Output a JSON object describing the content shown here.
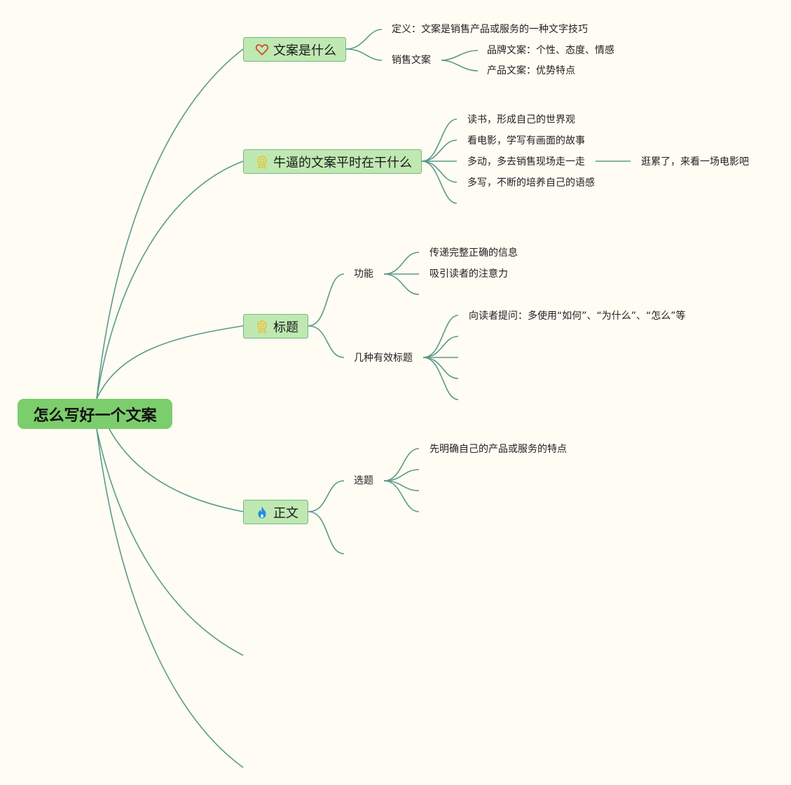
{
  "root": {
    "label": "怎么写好一个文案"
  },
  "topics": [
    {
      "label": "文案是什么",
      "icon": "heart-icon",
      "items": [
        {
          "label": "定义：文案是销售产品或服务的一种文字技巧"
        },
        {
          "label": "销售文案",
          "items": [
            {
              "label": "品牌文案：个性、态度、情感"
            },
            {
              "label": "产品文案：优势特点"
            }
          ]
        }
      ]
    },
    {
      "label": "牛逼的文案平时在干什么",
      "icon": "medal-icon",
      "items": [
        {
          "label": "读书，形成自己的世界观"
        },
        {
          "label": "看电影，学写有画面的故事"
        },
        {
          "label": "多动，多去销售现场走一走",
          "items": [
            {
              "label": "逛累了，来看一场电影吧"
            }
          ]
        },
        {
          "label": "多写，不断的培养自己的语感"
        }
      ]
    },
    {
      "label": "标题",
      "icon": "medal-icon",
      "items": [
        {
          "label": "功能",
          "items": [
            {
              "label": "传递完整正确的信息"
            },
            {
              "label": "吸引读者的注意力"
            }
          ]
        },
        {
          "label": "几种有效标题",
          "items": [
            {
              "label": "向读者提问：多使用“如何”、“为什么”、“怎么”等"
            }
          ]
        }
      ]
    },
    {
      "label": "正文",
      "icon": "flame-icon",
      "items": [
        {
          "label": "选题",
          "items": [
            {
              "label": "先明确自己的产品或服务的特点"
            }
          ]
        }
      ]
    }
  ],
  "colors": {
    "background": "#fefcf3",
    "root_fill": "#7ccd6c",
    "topic_fill": "#bfe8b2",
    "topic_border": "#79b782",
    "connector": "#5c9a8b",
    "heart_icon": "#d2492a",
    "medal_icon": "#e8c53a",
    "flame_icon": "#1f8fe0"
  }
}
